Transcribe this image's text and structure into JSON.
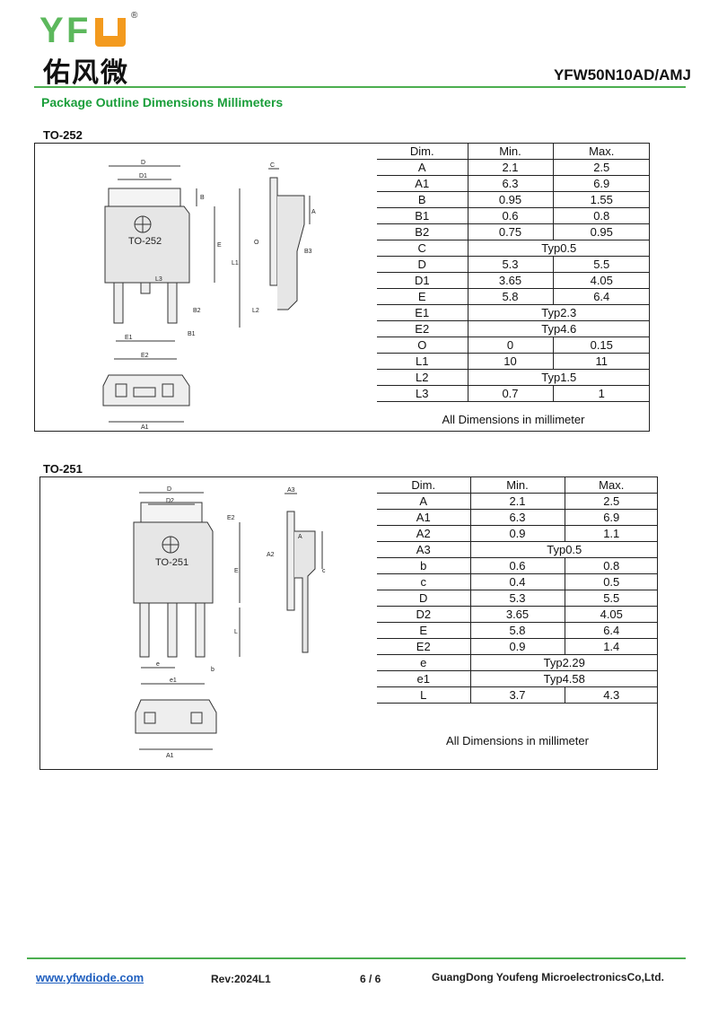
{
  "header": {
    "logo_letters": [
      "Y",
      "F",
      "U"
    ],
    "logo_chinese": "佑风微",
    "registered_mark": "®",
    "part_number": "YFW50N10AD/AMJ"
  },
  "section_title": "Package Outline Dimensions Millimeters",
  "colors": {
    "accent_green": "#4caf50",
    "title_green": "#1a9e3a",
    "logo_orange": "#f39a1e"
  },
  "packages": [
    {
      "label": "TO-252",
      "drawing_text": "TO-252",
      "drawing_labels": [
        "D",
        "D1",
        "B",
        "E",
        "L1",
        "L3",
        "B2",
        "B1",
        "E1",
        "E2",
        "A1",
        "C",
        "A",
        "O",
        "B3",
        "L2"
      ],
      "columns": [
        "Dim.",
        "Min.",
        "Max."
      ],
      "rows": [
        [
          "A",
          "2.1",
          "2.5"
        ],
        [
          "A1",
          "6.3",
          "6.9"
        ],
        [
          "B",
          "0.95",
          "1.55"
        ],
        [
          "B1",
          "0.6",
          "0.8"
        ],
        [
          "B2",
          "0.75",
          "0.95"
        ],
        [
          "C",
          "Typ0.5"
        ],
        [
          "D",
          "5.3",
          "5.5"
        ],
        [
          "D1",
          "3.65",
          "4.05"
        ],
        [
          "E",
          "5.8",
          "6.4"
        ],
        [
          "E1",
          "Typ2.3"
        ],
        [
          "E2",
          "Typ4.6"
        ],
        [
          "O",
          "0",
          "0.15"
        ],
        [
          "L1",
          "10",
          "11"
        ],
        [
          "L2",
          "Typ1.5"
        ],
        [
          "L3",
          "0.7",
          "1"
        ]
      ],
      "note": "All Dimensions in millimeter"
    },
    {
      "label": "TO-251",
      "drawing_text": "TO-251",
      "drawing_labels": [
        "D",
        "D2",
        "E2",
        "E",
        "L",
        "e",
        "b",
        "e1",
        "A1",
        "A3",
        "A",
        "A2",
        "c"
      ],
      "columns": [
        "Dim.",
        "Min.",
        "Max."
      ],
      "rows": [
        [
          "A",
          "2.1",
          "2.5"
        ],
        [
          "A1",
          "6.3",
          "6.9"
        ],
        [
          "A2",
          "0.9",
          "1.1"
        ],
        [
          "A3",
          "Typ0.5"
        ],
        [
          "b",
          "0.6",
          "0.8"
        ],
        [
          "c",
          "0.4",
          "0.5"
        ],
        [
          "D",
          "5.3",
          "5.5"
        ],
        [
          "D2",
          "3.65",
          "4.05"
        ],
        [
          "E",
          "5.8",
          "6.4"
        ],
        [
          "E2",
          "0.9",
          "1.4"
        ],
        [
          "e",
          "Typ2.29"
        ],
        [
          "e1",
          "Typ4.58"
        ],
        [
          "L",
          "3.7",
          "4.3"
        ]
      ],
      "note": "All Dimensions in millimeter"
    }
  ],
  "footer": {
    "url": "www.yfwdiode.com",
    "revision": "Rev:2024L1",
    "page": "6 / 6",
    "company": "GuangDong Youfeng MicroelectronicsCo,Ltd."
  }
}
